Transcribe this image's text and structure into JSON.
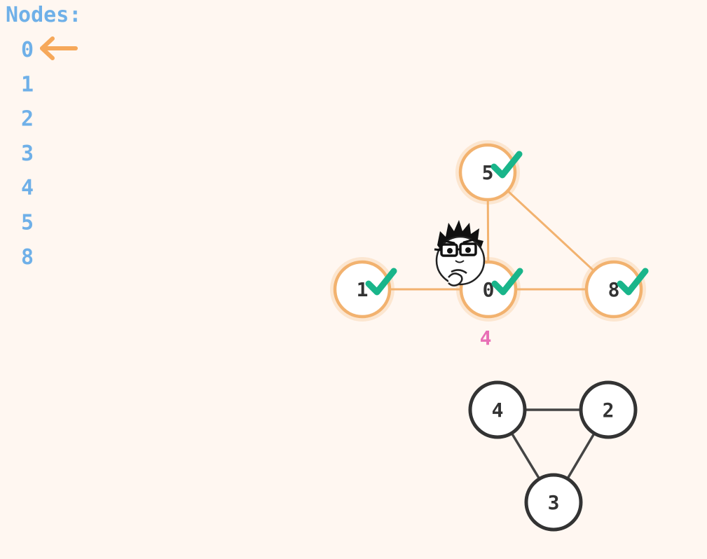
{
  "colors": {
    "background": "#fff7f1",
    "list_text": "#6fb0e8",
    "pointer_arrow": "#f6a85a",
    "visited_stroke": "#f2b26f",
    "visited_edge": "#f2b26f",
    "unvisited_stroke": "#333333",
    "unvisited_edge": "#444444",
    "node_label": "#333333",
    "check": "#19b58a",
    "sublabel": "#e86fb6"
  },
  "node_list": {
    "heading": "Nodes:",
    "items": [
      "0",
      "1",
      "2",
      "3",
      "4",
      "5",
      "8"
    ],
    "pointer_index": 0
  },
  "graph": {
    "nodes": [
      {
        "id": "5",
        "label": "5",
        "state": "visited",
        "checked": true
      },
      {
        "id": "1",
        "label": "1",
        "state": "visited",
        "checked": true
      },
      {
        "id": "0",
        "label": "0",
        "state": "visited",
        "checked": true
      },
      {
        "id": "8",
        "label": "8",
        "state": "visited",
        "checked": true
      },
      {
        "id": "4",
        "label": "4",
        "state": "unvisited",
        "checked": false
      },
      {
        "id": "2",
        "label": "2",
        "state": "unvisited",
        "checked": false
      },
      {
        "id": "3",
        "label": "3",
        "state": "unvisited",
        "checked": false
      }
    ],
    "edges": [
      {
        "from": "5",
        "to": "0",
        "state": "visited"
      },
      {
        "from": "5",
        "to": "8",
        "state": "visited"
      },
      {
        "from": "1",
        "to": "0",
        "state": "visited"
      },
      {
        "from": "0",
        "to": "8",
        "state": "visited"
      },
      {
        "from": "4",
        "to": "2",
        "state": "unvisited"
      },
      {
        "from": "4",
        "to": "3",
        "state": "unvisited"
      },
      {
        "from": "2",
        "to": "3",
        "state": "unvisited"
      }
    ],
    "current_node": "0",
    "current_sublabel": "4",
    "mascot_icon": "nerd-face-icon"
  }
}
